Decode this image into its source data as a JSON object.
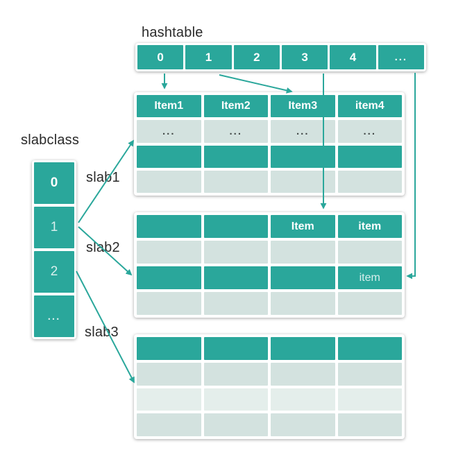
{
  "labels": {
    "hashtable": "hashtable",
    "slabclass": "slabclass",
    "slab1": "slab1",
    "slab2": "slab2",
    "slab3": "slab3"
  },
  "colors": {
    "teal": "#2aa79b",
    "light_cell": "#d3e2df",
    "lighter_cell": "#e4eeeb",
    "container_bg": "#ffffff",
    "label_text": "#2a2a2a",
    "arrow": "#2aa79b"
  },
  "hashtable": {
    "cells": [
      "0",
      "1",
      "2",
      "3",
      "4",
      "..."
    ]
  },
  "slabclass": {
    "cells": [
      "0",
      "1",
      "2",
      "..."
    ]
  },
  "tables": [
    {
      "id": "slab1",
      "rows": [
        {
          "cells": [
            {
              "text": "Item1",
              "style": "teal"
            },
            {
              "text": "Item2",
              "style": "teal"
            },
            {
              "text": "Item3",
              "style": "teal"
            },
            {
              "text": "item4",
              "style": "teal"
            }
          ]
        },
        {
          "cells": [
            {
              "text": "...",
              "style": "light"
            },
            {
              "text": "...",
              "style": "light"
            },
            {
              "text": "...",
              "style": "light"
            },
            {
              "text": "...",
              "style": "light"
            }
          ]
        },
        {
          "cells": [
            {
              "text": "",
              "style": "teal"
            },
            {
              "text": "",
              "style": "teal"
            },
            {
              "text": "",
              "style": "teal"
            },
            {
              "text": "",
              "style": "teal"
            }
          ]
        },
        {
          "cells": [
            {
              "text": "",
              "style": "light"
            },
            {
              "text": "",
              "style": "light"
            },
            {
              "text": "",
              "style": "light"
            },
            {
              "text": "",
              "style": "light"
            }
          ]
        }
      ]
    },
    {
      "id": "slab2",
      "rows": [
        {
          "cells": [
            {
              "text": "",
              "style": "teal"
            },
            {
              "text": "",
              "style": "teal"
            },
            {
              "text": "Item",
              "style": "teal"
            },
            {
              "text": "item",
              "style": "teal"
            }
          ]
        },
        {
          "cells": [
            {
              "text": "",
              "style": "light"
            },
            {
              "text": "",
              "style": "light"
            },
            {
              "text": "",
              "style": "light"
            },
            {
              "text": "",
              "style": "light"
            }
          ]
        },
        {
          "cells": [
            {
              "text": "",
              "style": "teal"
            },
            {
              "text": "",
              "style": "teal"
            },
            {
              "text": "",
              "style": "teal"
            },
            {
              "text": "item",
              "style": "teal",
              "dim": true
            }
          ]
        },
        {
          "cells": [
            {
              "text": "",
              "style": "light"
            },
            {
              "text": "",
              "style": "light"
            },
            {
              "text": "",
              "style": "light"
            },
            {
              "text": "",
              "style": "light"
            }
          ]
        }
      ]
    },
    {
      "id": "slab3",
      "rows": [
        {
          "cells": [
            {
              "text": "",
              "style": "teal"
            },
            {
              "text": "",
              "style": "teal"
            },
            {
              "text": "",
              "style": "teal"
            },
            {
              "text": "",
              "style": "teal"
            }
          ]
        },
        {
          "cells": [
            {
              "text": "",
              "style": "light"
            },
            {
              "text": "",
              "style": "light"
            },
            {
              "text": "",
              "style": "light"
            },
            {
              "text": "",
              "style": "light"
            }
          ]
        },
        {
          "cells": [
            {
              "text": "",
              "style": "lighter"
            },
            {
              "text": "",
              "style": "lighter"
            },
            {
              "text": "",
              "style": "lighter"
            },
            {
              "text": "",
              "style": "lighter"
            }
          ]
        },
        {
          "cells": [
            {
              "text": "",
              "style": "light"
            },
            {
              "text": "",
              "style": "light"
            },
            {
              "text": "",
              "style": "light"
            },
            {
              "text": "",
              "style": "light"
            }
          ]
        }
      ]
    }
  ],
  "arrows": [
    {
      "name": "arrow-hash0-to-slab1"
    },
    {
      "name": "arrow-hash1-to-slab1-item3"
    },
    {
      "name": "arrow-hash3-to-slab2-item"
    },
    {
      "name": "arrow-hashdots-to-slab2-item"
    },
    {
      "name": "arrow-class1-to-slab1"
    },
    {
      "name": "arrow-class1-to-slab2"
    },
    {
      "name": "arrow-class2-to-slab3"
    }
  ]
}
